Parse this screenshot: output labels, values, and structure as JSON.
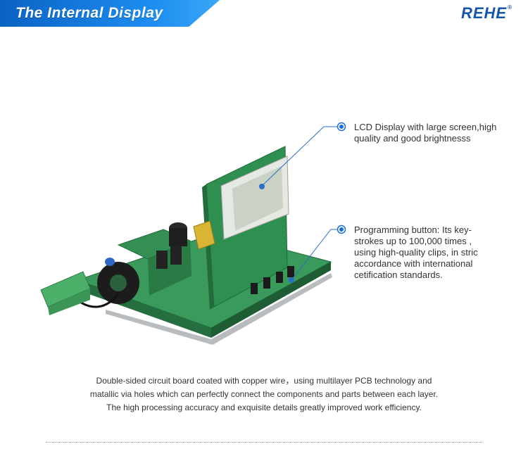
{
  "header": {
    "title": "The Internal Display",
    "brand": "REHE",
    "brand_mark": "®"
  },
  "callouts": {
    "lcd": {
      "lines": [
        "LCD Display with large screen,high",
        "quality and good brightnesss"
      ]
    },
    "button": {
      "lines": [
        "Programming button:  Its key-",
        "strokes up to 100,000 times ,",
        "using high-quality clips, in stric",
        "accordance with international",
        "cetification standards."
      ]
    }
  },
  "description": {
    "lines": [
      "Double-sided circuit board coated with copper wire，using multilayer PCB technology and",
      "matallic via holes which can perfectly connect the components and parts between each layer.",
      "The high processing accuracy and exquisite details greatly improved work efficiency."
    ]
  },
  "colors": {
    "banner": "#1a7fe0",
    "brand": "#1456a8",
    "callout_dot": "#1a6fd0",
    "pcb_green": "#2e8b4e"
  }
}
